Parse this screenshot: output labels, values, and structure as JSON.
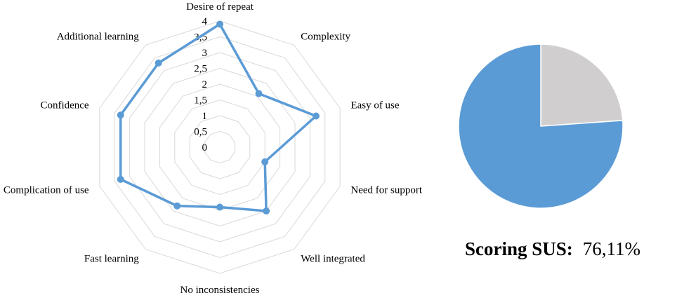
{
  "chart_data": [
    {
      "type": "radar",
      "categories": [
        "Desire of repeat",
        "Complexity",
        "Easy of use",
        "Need for support",
        "Well integrated",
        "No inconsistencies",
        "Fast learning",
        "Complication of use",
        "Confidence",
        "Additional learning"
      ],
      "values": [
        3.9,
        2.1,
        3.2,
        1.5,
        2.5,
        1.9,
        2.3,
        3.3,
        3.3,
        3.3
      ],
      "ticks": [
        "0",
        "0,5",
        "1",
        "1,5",
        "2",
        "2,5",
        "3",
        "3,5",
        "4"
      ],
      "rmax": 4,
      "grid": true,
      "colors": {
        "series": "#5b9bd5",
        "grid": "#d9d9d9"
      }
    },
    {
      "type": "pie",
      "values": [
        76.11,
        23.89
      ],
      "colors": [
        "#5b9bd5",
        "#d0cece"
      ],
      "start": "top, clockwise"
    }
  ],
  "sus": {
    "label": "Scoring SUS:",
    "value": "76,11%"
  }
}
